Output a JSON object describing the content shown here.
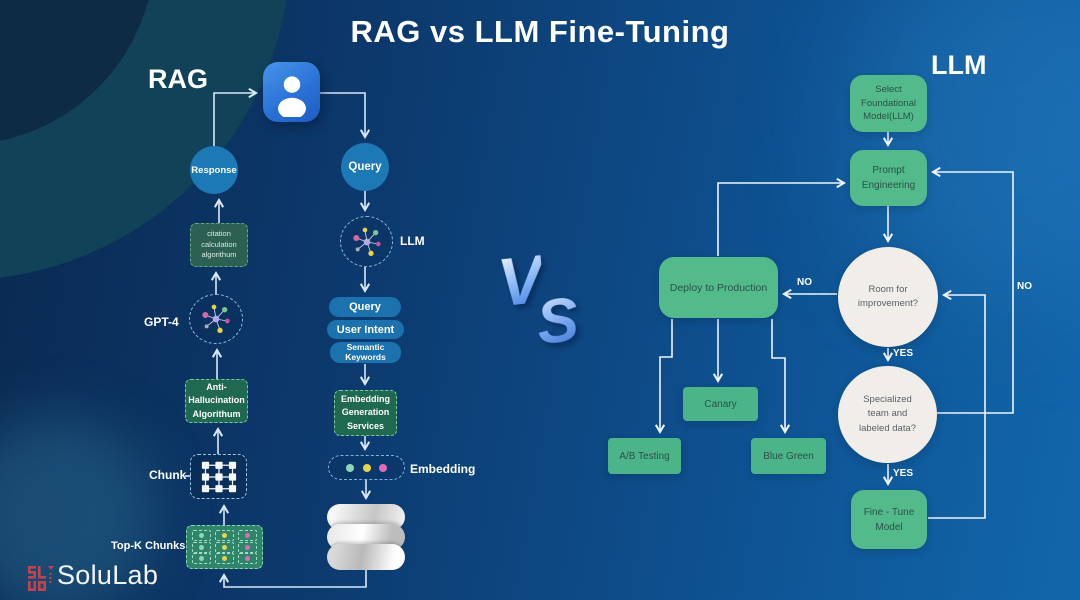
{
  "title": "RAG vs LLM Fine-Tuning",
  "rag": {
    "heading": "RAG",
    "response": "Response",
    "query_circle": "Query",
    "citation": "citation\ncalculation\nalgorithum",
    "gpt4": "GPT-4",
    "llm_node": "LLM",
    "pills": [
      "Query",
      "User Intent",
      "Semantic\nKeywords"
    ],
    "anti": "Anti-\nHallucination\nAlgorithum",
    "egs": "Embedding\nGeneration\nServices",
    "chunk": "Chunk",
    "topk": "Top-K Chunks",
    "embedding": "Embedding"
  },
  "vs": {
    "v": "V",
    "s": "S"
  },
  "llm": {
    "heading": "LLM",
    "select": "Select\nFoundational\nModel(LLM)",
    "prompt": "Prompt\nEngineering",
    "room": "Room for\nimprovement?",
    "deploy": "Deploy to Production",
    "canary": "Canary",
    "ab_testing": "A/B Testing",
    "blue_green": "Blue Green",
    "specialized": "Specialized\nteam and\nlabeled data?",
    "finetune": "Fine - Tune\nModel",
    "labels": {
      "no_deploy": "NO",
      "yes_room": "YES",
      "yes_specialized": "YES",
      "no_loop": "NO"
    }
  },
  "footer": {
    "brand": "SoluLab"
  },
  "icons": {
    "user": "user-icon",
    "gpt4_network": "network-icon",
    "llm_network": "network-icon",
    "chunk_grid": "chunk-grid-icon",
    "database": "database-icon",
    "logo_mark": "solulab-logo-mark"
  },
  "colors": {
    "accent_green": "#52ba8b",
    "node_blue": "#1d79b6",
    "dashed_green_box": "#1e6950",
    "decision_circle": "#f1eeea",
    "bg_deep": "#0a2950",
    "bg_bright": "#1167ab"
  }
}
